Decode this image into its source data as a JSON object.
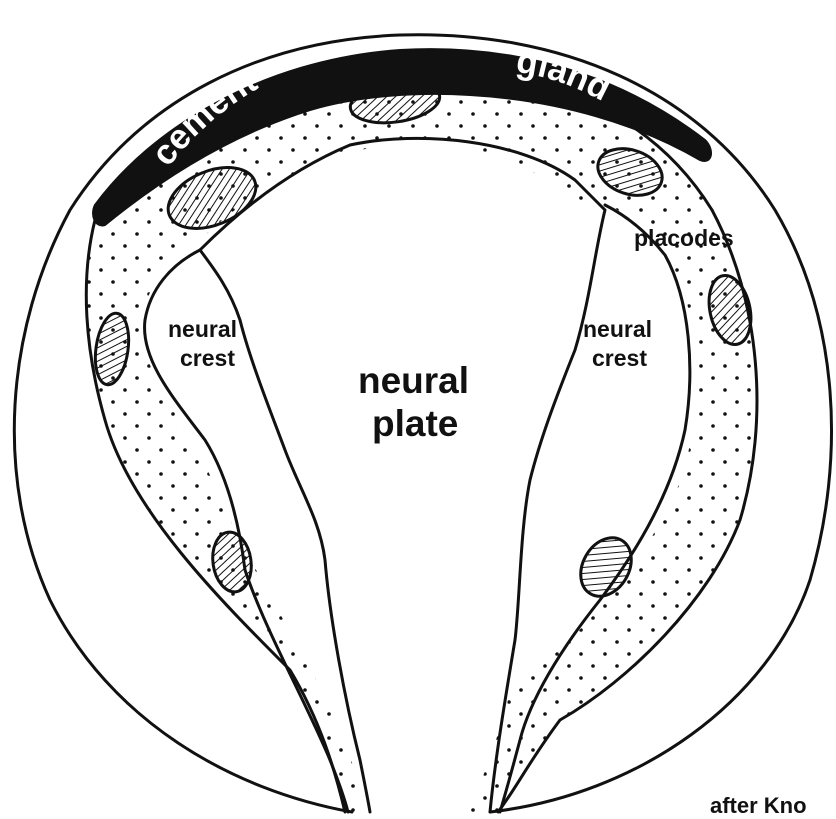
{
  "labels": {
    "cement": "cement",
    "gland": "gland",
    "placodes": "placodes",
    "neural_crest_left_line1": "neural",
    "neural_crest_left_line2": "crest",
    "neural_crest_right_line1": "neural",
    "neural_crest_right_line2": "crest",
    "neural_plate_line1": "neural",
    "neural_plate_line2": "plate"
  },
  "credit": "after Kno",
  "colors": {
    "ink": "#111111",
    "background": "#ffffff"
  }
}
